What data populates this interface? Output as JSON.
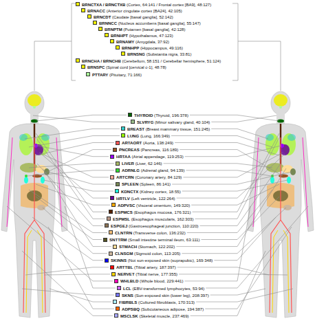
{
  "diagram": {
    "legend": [
      {
        "text": "BRNCTXA / BRNCTXB (Cortex, 64:141 / Frontal cortex [BA9], 48:127)",
        "color": "#EEEE00"
      },
      {
        "text": "BRNACC (Anterior cingulate cortex [BA24], 42:105)",
        "color": "#EEEE00"
      },
      {
        "text": "BRNCDT (Caudate [basal ganglia], 52:142)",
        "color": "#EEEE00"
      },
      {
        "text": "BRNNCC (Nucleus accumbens [basal ganglia], 55:147)",
        "color": "#EEEE00"
      },
      {
        "text": "BRNPTM (Putamen [basal ganglia], 42:128)",
        "color": "#EEEE00"
      },
      {
        "text": "BRNHPT (Hypothalamus, 47:123)",
        "color": "#EEEE00"
      },
      {
        "text": "BRNAMY (Amygdala, 37:92)",
        "color": "#EEEE00"
      },
      {
        "text": "BRNHPP (Hippocampus, 49:116)",
        "color": "#EEEE00"
      },
      {
        "text": "BRNSNG (Substantia nigra, 33:81)",
        "color": "#EEEE00"
      },
      {
        "text": "BRNCHA / BRNCHB (Cerebellum, 58:151 / Cerebellar hemisphere, 51:124)",
        "color": "#EEEE00"
      },
      {
        "text": "BRNSPC (Spinal cord [cervical c-1], 48:78)",
        "color": "#EEEE00"
      },
      {
        "text": "PTTARY (Pituitary, 71:166)",
        "color": "#AAFF99"
      },
      {
        "text": "THYROID (Thyroid, 196:378)",
        "color": "#006600"
      },
      {
        "text": "SLVRYG (Minor salivary gland, 40:104)",
        "color": "#99BB88"
      },
      {
        "text": "BREAST (Breast mammary tissue, 151:245)",
        "color": "#33CCCC"
      },
      {
        "text": "LUNG (Lung, 166:349)",
        "color": "#99FF00"
      },
      {
        "text": "ARTAORT (Aorta, 138:249)",
        "color": "#FF5555"
      },
      {
        "text": "PNCREAS (Pancreas, 116:189)",
        "color": "#995522"
      },
      {
        "text": "HRTAA (Atrial appendage, 119:253)",
        "color": "#9900FF"
      },
      {
        "text": "LIVER (Liver, 62:146)",
        "color": "#AABB66"
      },
      {
        "text": "ADRNLG (Adrenal gland, 94:139)",
        "color": "#33DD33"
      },
      {
        "text": "ARTCRN (Coronary artery, 84:129)",
        "color": "#FFAA99"
      },
      {
        "text": "SPLEEN (Spleen, 86:141)",
        "color": "#778855"
      },
      {
        "text": "KDNCTX (Kidney cortex, 18:55)",
        "color": "#22FFDD"
      },
      {
        "text": "HRTLV (Left ventricle, 122:264)",
        "color": "#660099"
      },
      {
        "text": "ADPVSC (Visceral omentum, 149:320)",
        "color": "#FFAA00"
      },
      {
        "text": "ESPMCS (Esophagus mucosa, 176:321)",
        "color": "#552200"
      },
      {
        "text": "ESPMSL (Esophagus muscularis, 162:303)",
        "color": "#BB9988"
      },
      {
        "text": "ESPGEJ (Gastroesophageal junction, 110:220)",
        "color": "#8B7355"
      },
      {
        "text": "CLNTRN (Transverse colon, 136:232)",
        "color": "#EEBB77"
      },
      {
        "text": "SNTTRM (Small intestine terminal ileum, 63:111)",
        "color": "#555522"
      },
      {
        "text": "STMACH (Stomach, 122:202)",
        "color": "#FFDD99"
      },
      {
        "text": "CLNSGM (Sigmoid colon, 113:205)",
        "color": "#CDB79E"
      },
      {
        "text": "SKINNS (Not sun-exposed skin (suprapubic), 169:348)",
        "color": "#0000FF"
      },
      {
        "text": "ARTTBL (Tibial artery, 187:397)",
        "color": "#FF0000"
      },
      {
        "text": "NERVET (Tibial nerve, 177:355)",
        "color": "#FFD700"
      },
      {
        "text": "WHLBLD (Whole blood, 229:441)",
        "color": "#FF00BB"
      },
      {
        "text": "LCL (EBV-transformed lymphocytes, 53:94)",
        "color": "#CC66FF"
      },
      {
        "text": "SKNS (Sun-exposed skin (lower leg), 208:397)",
        "color": "#7777FF"
      },
      {
        "text": "FIBRBLS (Cultured fibroblasts, 170:313)",
        "color": "#AAEEFF"
      },
      {
        "text": "ADPSBQ (Subcutaneous adipose, 194:387)",
        "color": "#FF6600"
      },
      {
        "text": "MSCLSK (Skeletal muscle, 237:469)",
        "color": "#AAAAFF"
      }
    ]
  }
}
